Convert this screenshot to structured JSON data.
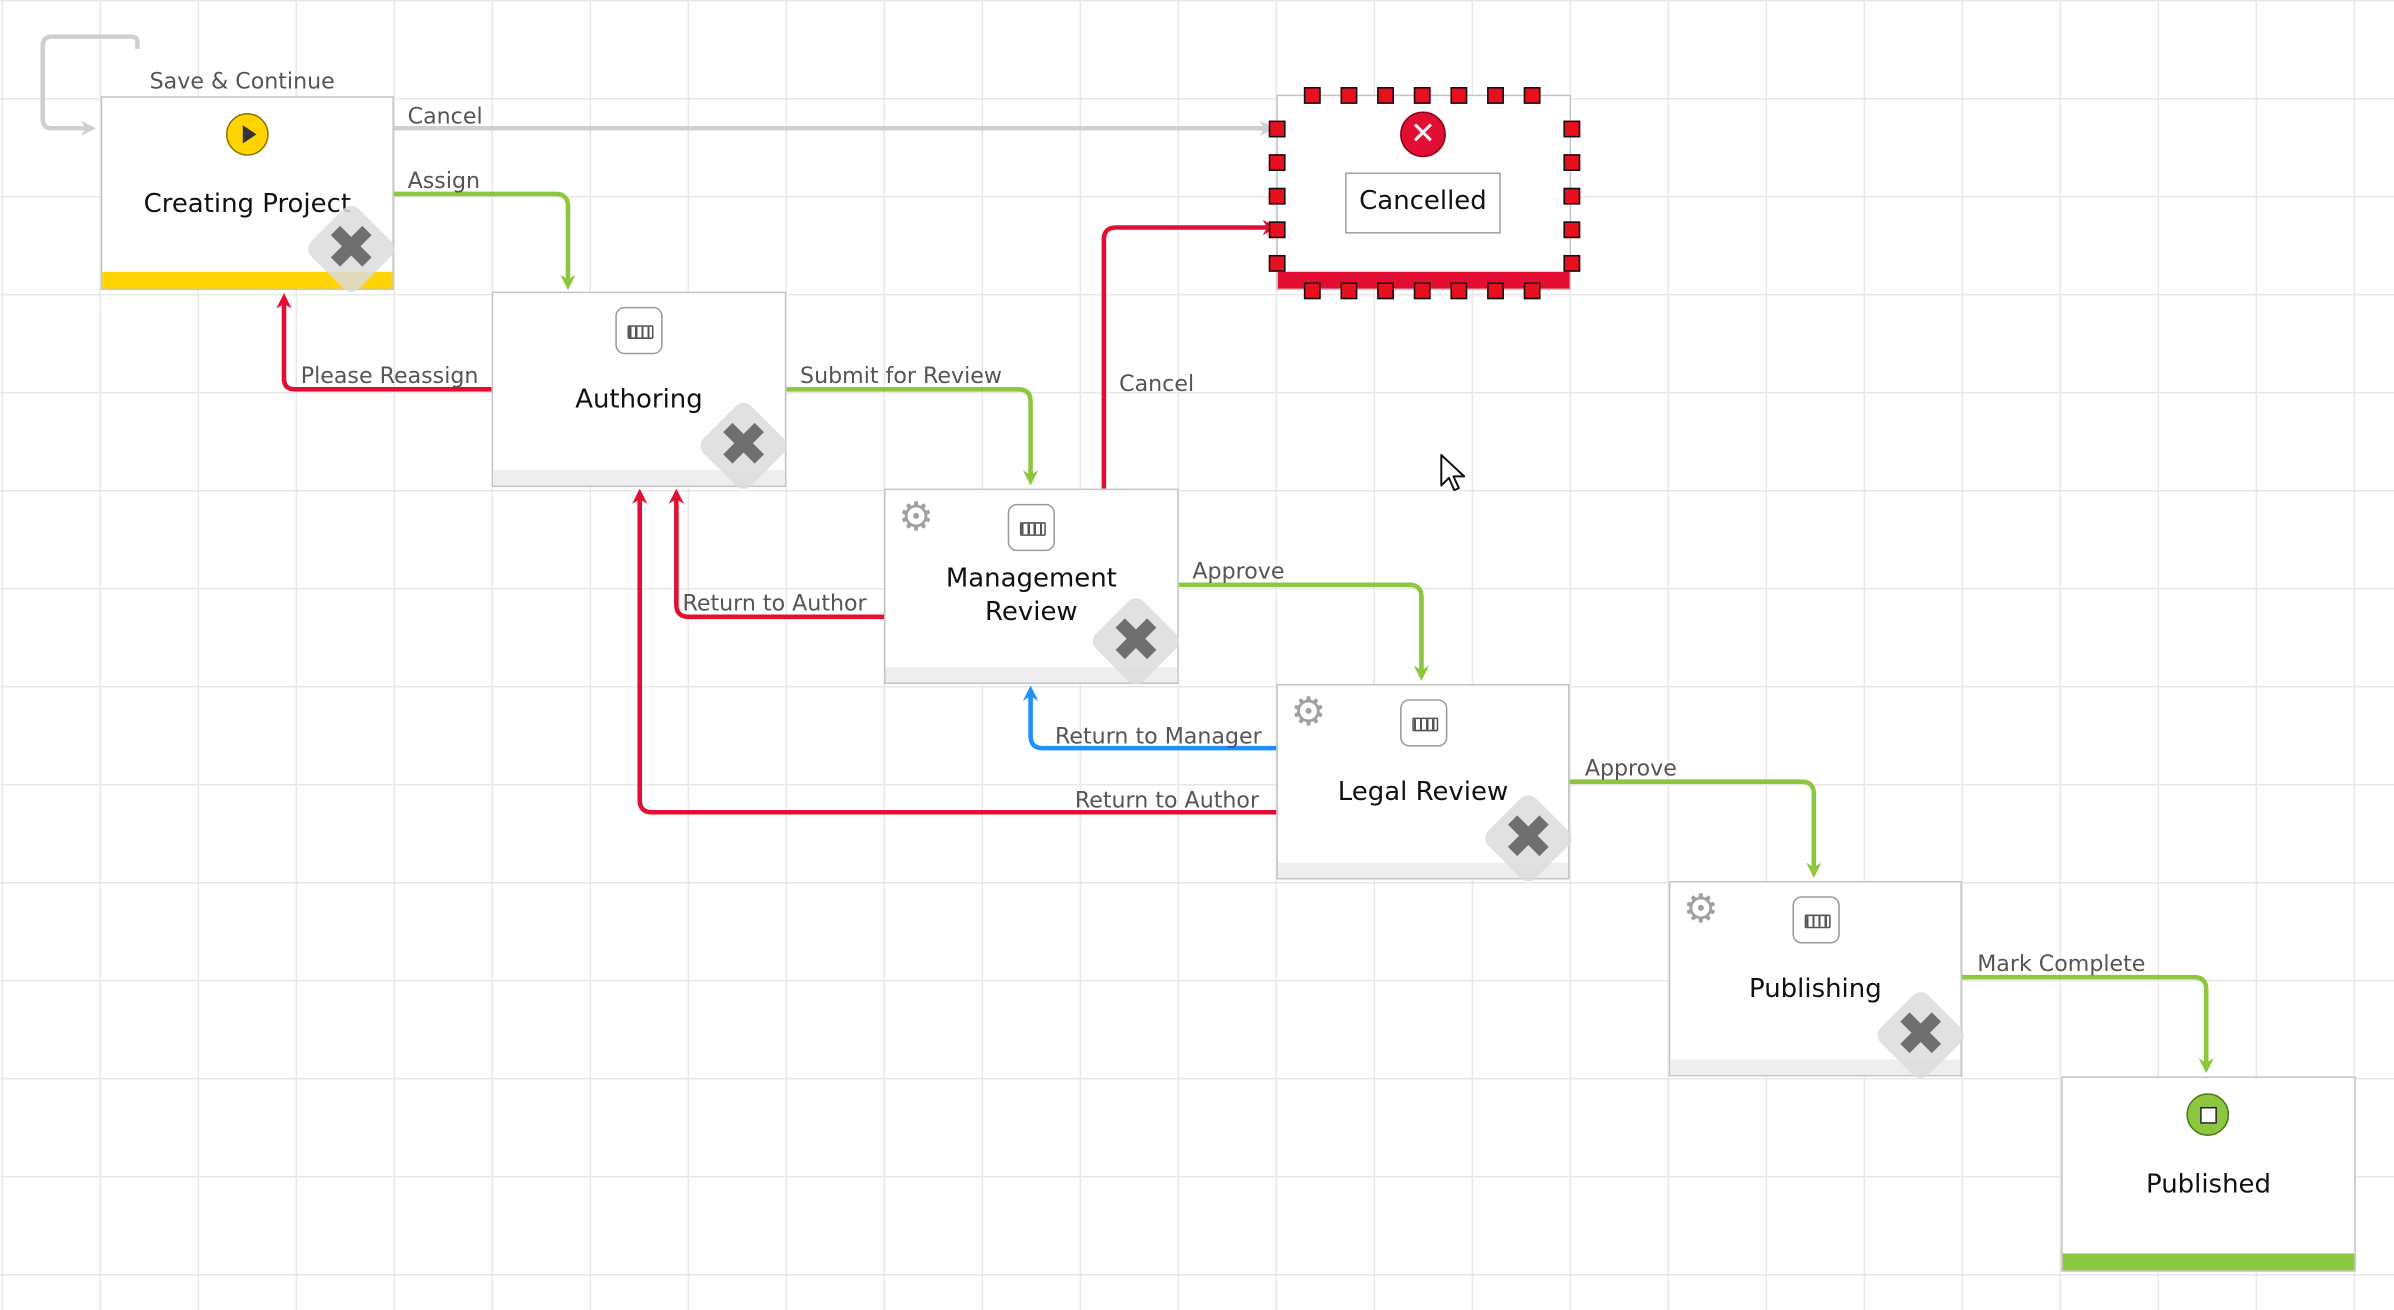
{
  "workflow": {
    "nodes": {
      "creating_project": {
        "title": "Creating Project",
        "status_color": "#ffd400"
      },
      "authoring": {
        "title": "Authoring"
      },
      "management_review": {
        "title": "Management Review",
        "title_line1": "Management",
        "title_line2": "Review"
      },
      "legal_review": {
        "title": "Legal Review"
      },
      "publishing": {
        "title": "Publishing"
      },
      "published": {
        "title": "Published",
        "status_color": "#8dc63f"
      },
      "cancelled": {
        "title": "Cancelled",
        "status_color": "#e30f32",
        "selected": true
      }
    },
    "transitions": {
      "save_continue": "Save & Continue",
      "cancel_top": "Cancel",
      "assign": "Assign",
      "please_reassign": "Please Reassign",
      "submit_for_review": "Submit for Review",
      "cancel_mgmt": "Cancel",
      "return_to_author_mgmt": "Return to Author",
      "approve_mgmt": "Approve",
      "return_to_manager": "Return to Manager",
      "return_to_author_legal": "Return to Author",
      "approve_legal": "Approve",
      "mark_complete": "Mark Complete"
    },
    "colors": {
      "forward": "#8dc63f",
      "backward": "#e30f32",
      "return_manager": "#1e90ff",
      "cancel": "#d0d0d0",
      "delete_icon": "#6f6f6f"
    },
    "icons": {
      "start": "play-icon",
      "end": "stop-icon",
      "cancelled": "close-circle-icon",
      "task": "task-icon",
      "settings": "gear-icon",
      "delete": "delete-icon",
      "cursor": "mouse-pointer-icon"
    }
  }
}
